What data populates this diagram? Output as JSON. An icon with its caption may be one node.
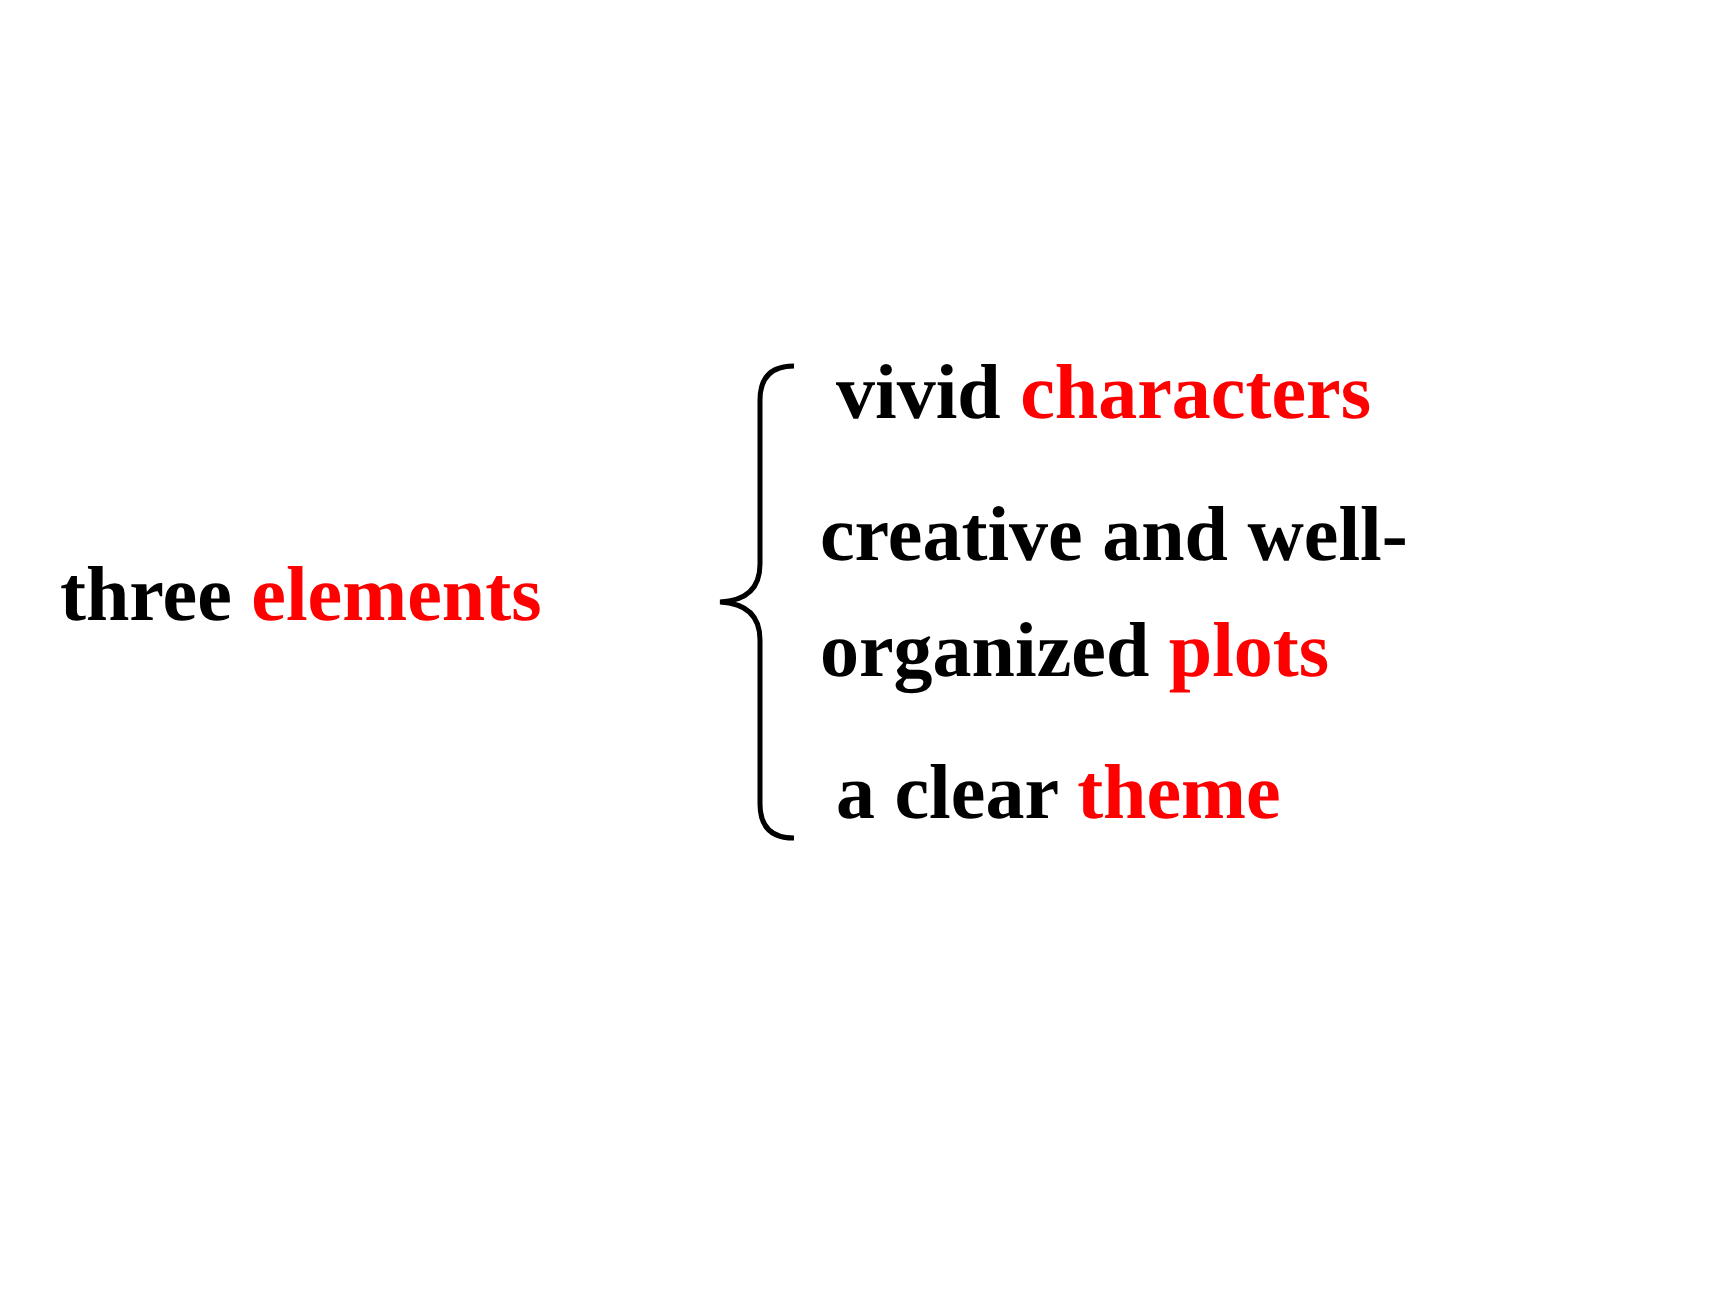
{
  "diagram": {
    "labels": [
      "three **elements**",
      "vivid **characters**",
      "creative and well-organized **plots**",
      "a clear **theme**"
    ]
  }
}
